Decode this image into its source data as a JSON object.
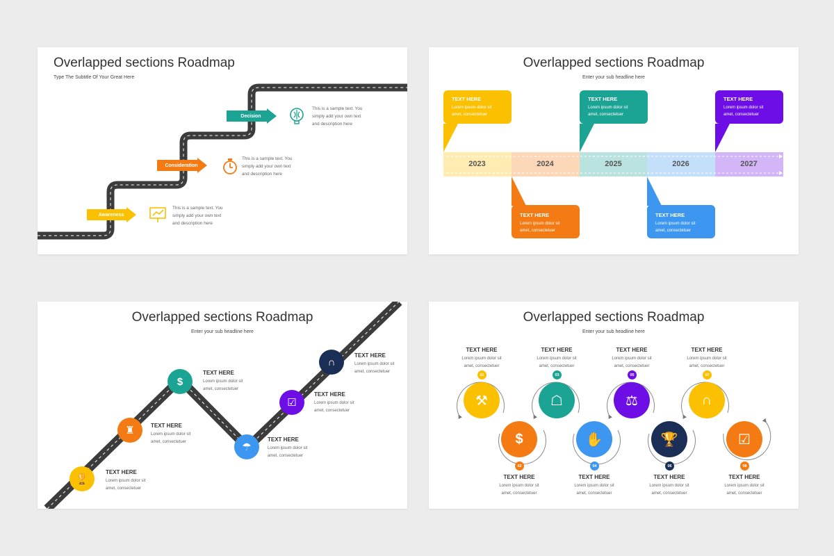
{
  "colors": {
    "yellow": "#fbc000",
    "orange": "#f47b13",
    "teal": "#1ba394",
    "blue": "#3d96f0",
    "purple": "#6d0ee6",
    "navy": "#1b2e55",
    "road": "#3c3c3c"
  },
  "slide1": {
    "title": "Overlapped sections Roadmap",
    "subtitle": "Type The Subtitle Of Your Great Here",
    "steps": [
      {
        "label": "Awareness",
        "icon": "presentation-chart-icon",
        "text": [
          "This is a sample text. You",
          "simply add your own text",
          "and description here"
        ]
      },
      {
        "label": "Consideration",
        "icon": "stopwatch-icon",
        "text": [
          "This is a sample text. You",
          "simply add your own text",
          "and description here"
        ]
      },
      {
        "label": "Decision",
        "icon": "brain-icon",
        "text": [
          "This is a sample text. You",
          "simply add your own text",
          "and description here"
        ]
      }
    ]
  },
  "slide2": {
    "title": "Overlapped sections Roadmap",
    "subtitle": "Enter your sub headline here",
    "years": [
      "2023",
      "2024",
      "2025",
      "2026",
      "2027"
    ],
    "bubbles": [
      {
        "heading": "TEXT HERE",
        "line1": "Lorem ipsum dolor sit",
        "line2": "amet, consectetuer"
      },
      {
        "heading": "TEXT HERE",
        "line1": "Lorem ipsum dolor sit",
        "line2": "amet, consectetuer"
      },
      {
        "heading": "TEXT HERE",
        "line1": "Lorem ipsum dolor sit",
        "line2": "amet, consectetuer"
      },
      {
        "heading": "TEXT HERE",
        "line1": "Lorem ipsum dolor sit",
        "line2": "amet, consectetuer"
      },
      {
        "heading": "TEXT HERE",
        "line1": "Lorem ipsum dolor sit",
        "line2": "amet, consectetuer"
      }
    ]
  },
  "slide3": {
    "title": "Overlapped sections Roadmap",
    "subtitle": "Enter your sub headline here",
    "points": [
      {
        "icon": "trophy-icon",
        "symbol": "🏆",
        "heading": "TEXT HERE",
        "line1": "Lorem ipsum dolor sit",
        "line2": "amet, consectetuer"
      },
      {
        "icon": "chess-icon",
        "symbol": "♜",
        "heading": "TEXT HERE",
        "line1": "Lorem ipsum dolor sit",
        "line2": "amet, consectetuer"
      },
      {
        "icon": "dollar-umbrella-icon",
        "symbol": "$",
        "heading": "TEXT HERE",
        "line1": "Lorem ipsum dolor sit",
        "line2": "amet, consectetuer"
      },
      {
        "icon": "umbrella-icon",
        "symbol": "☂",
        "heading": "TEXT HERE",
        "line1": "Lorem ipsum dolor sit",
        "line2": "amet, consectetuer"
      },
      {
        "icon": "checklist-icon",
        "symbol": "☑",
        "heading": "TEXT HERE",
        "line1": "Lorem ipsum dolor sit",
        "line2": "amet, consectetuer"
      },
      {
        "icon": "magnet-icon",
        "symbol": "∩",
        "heading": "TEXT HERE",
        "line1": "Lorem ipsum dolor sit",
        "line2": "amet, consectetuer"
      }
    ]
  },
  "slide4": {
    "title": "Overlapped sections Roadmap",
    "subtitle": "Enter your sub headline here",
    "items": [
      {
        "num": "01",
        "icon": "gavel-icon",
        "symbol": "⚒",
        "heading": "TEXT HERE",
        "line1": "Lorem ipsum dolor sit",
        "line2": "amet, consectetuer"
      },
      {
        "num": "02",
        "icon": "dollar-umbrella-icon",
        "symbol": "$",
        "heading": "TEXT HERE",
        "line1": "Lorem ipsum dolor sit",
        "line2": "amet, consectetuer"
      },
      {
        "num": "03",
        "icon": "meeting-icon",
        "symbol": "☖",
        "heading": "TEXT HERE",
        "line1": "Lorem ipsum dolor sit",
        "line2": "amet, consectetuer"
      },
      {
        "num": "04",
        "icon": "handshake-icon",
        "symbol": "✋",
        "heading": "TEXT HERE",
        "line1": "Lorem ipsum dolor sit",
        "line2": "amet, consectetuer"
      },
      {
        "num": "05",
        "icon": "scales-icon",
        "symbol": "⚖",
        "heading": "TEXT HERE",
        "line1": "Lorem ipsum dolor sit",
        "line2": "amet, consectetuer"
      },
      {
        "num": "06",
        "icon": "trophy-icon",
        "symbol": "🏆",
        "heading": "TEXT HERE",
        "line1": "Lorem ipsum dolor sit",
        "line2": "amet, consectetuer"
      },
      {
        "num": "07",
        "icon": "magnet-icon",
        "symbol": "∩",
        "heading": "TEXT HERE",
        "line1": "Lorem ipsum dolor sit",
        "line2": "amet, consectetuer"
      },
      {
        "num": "08",
        "icon": "checklist-icon",
        "symbol": "☑",
        "heading": "TEXT HERE",
        "line1": "Lorem ipsum dolor sit",
        "line2": "amet, consectetuer"
      }
    ]
  }
}
